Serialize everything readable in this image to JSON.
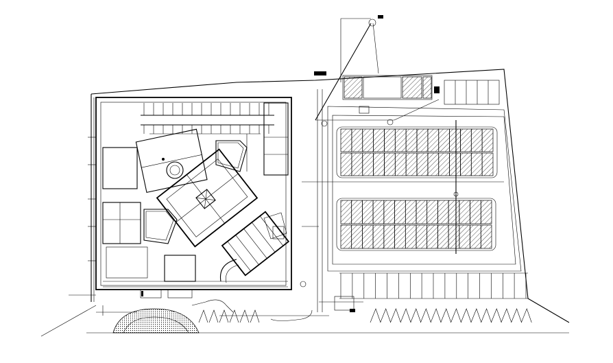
{
  "drawing": {
    "kind": "site-plan",
    "background": "#ffffff",
    "line_color": "#000000",
    "text_labels": []
  },
  "parking_grids": [
    {
      "name": "north-parking-field",
      "rows": 2,
      "stalls_per_row": 14
    },
    {
      "name": "south-parking-field",
      "rows": 2,
      "stalls_per_row": 14
    }
  ],
  "perimeter_stalls": {
    "south_row": 16,
    "diagonal_teeth": 16
  }
}
